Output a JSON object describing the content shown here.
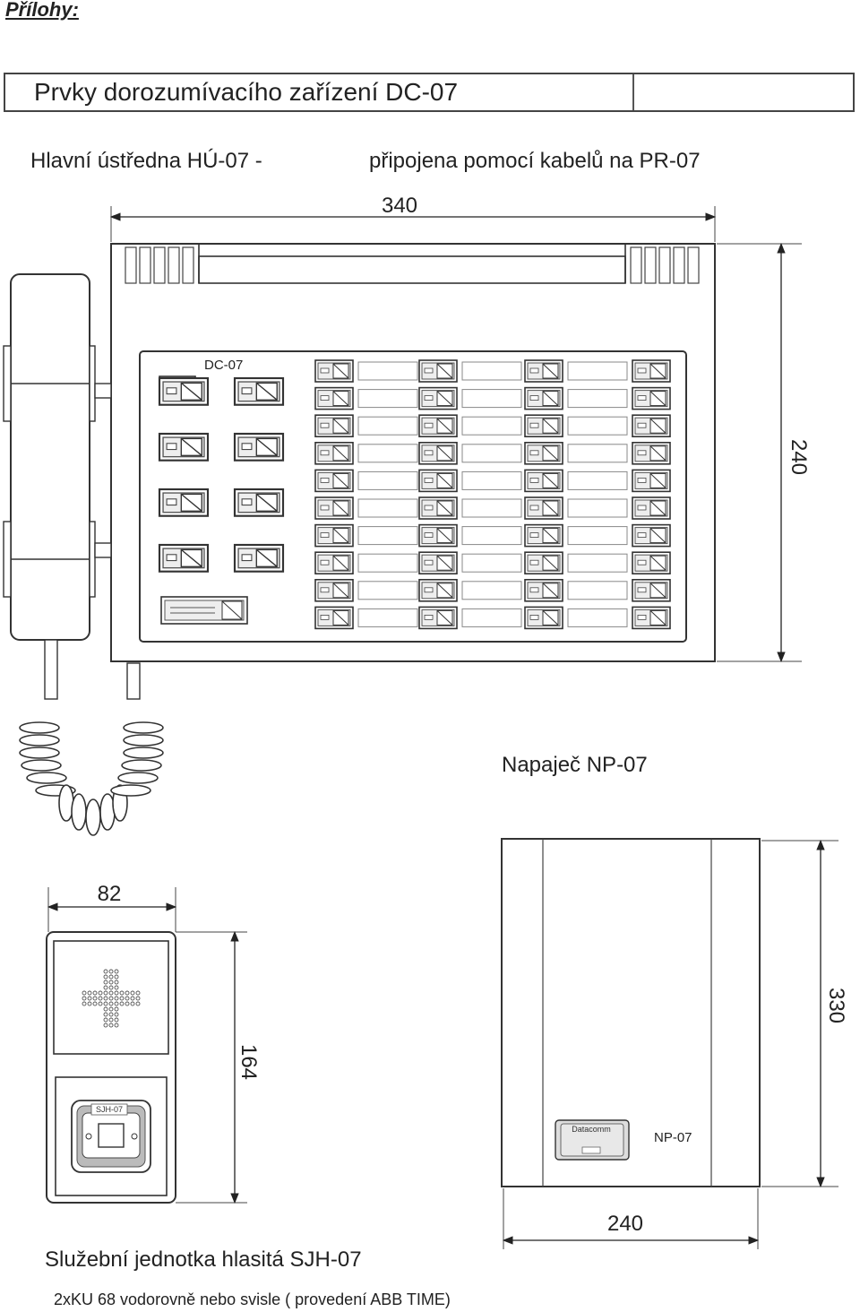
{
  "heading": "Přílohy:",
  "title": "Prvky dorozumívacího zařízení DC-07",
  "main_unit": {
    "label": "Hlavní ústředna HÚ-07  -",
    "connection": "připojena pomocí kabelů na PR-07",
    "panel_label": "DC-07",
    "width_dim": "340",
    "height_dim": "240"
  },
  "power_supply": {
    "label": "Napaječ NP-07",
    "device_label": "NP-07",
    "badge_text": "Datacomm",
    "width_dim": "240",
    "height_dim": "330"
  },
  "service_unit": {
    "label": "Služební jednotka hlasitá SJH-07",
    "note": "2xKU 68 vodorovně nebo svisle ( provedení ABB  TIME)",
    "module_label": "SJH-07",
    "width_dim": "82",
    "height_dim": "164"
  },
  "icons": [
    "handset-icon",
    "speaker-grille-icon",
    "button-key-icon"
  ]
}
